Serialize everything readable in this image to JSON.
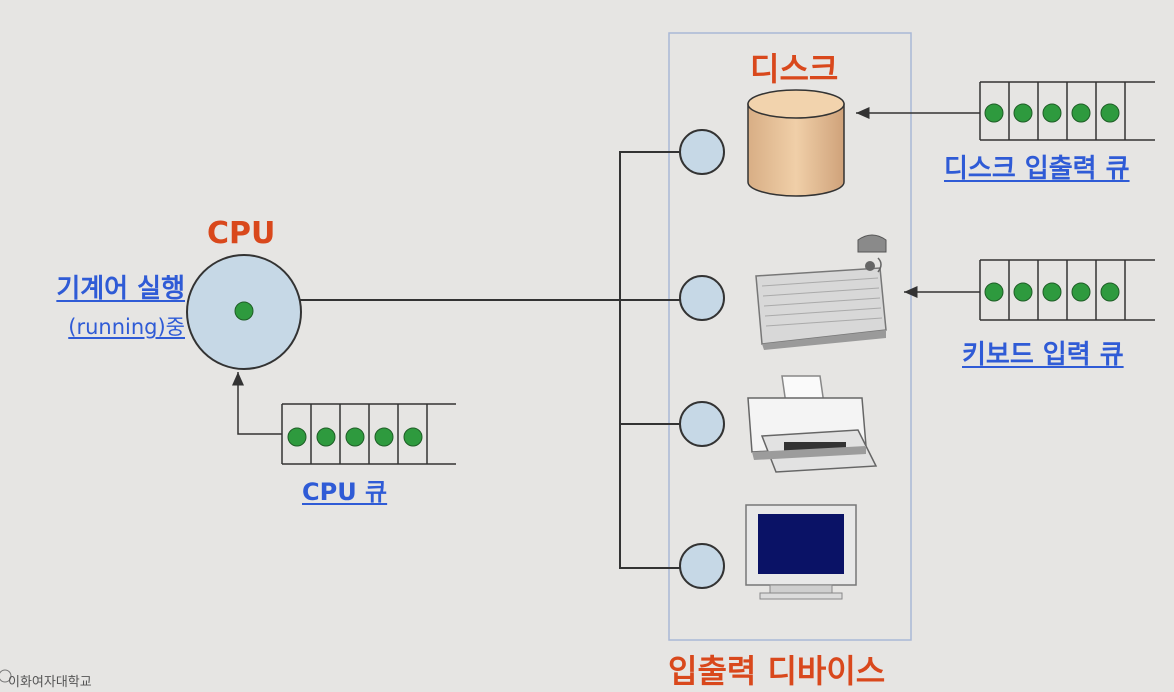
{
  "cpu": {
    "title": "CPU",
    "running_line1": "기계어 실행",
    "running_line2": "(running)중",
    "queue_label": "CPU 큐"
  },
  "disk": {
    "title": "디스크",
    "queue_label": "디스크 입출력 큐"
  },
  "keyboard": {
    "queue_label": "키보드 입력 큐"
  },
  "io_devices": {
    "title": "입출력 디바이스"
  },
  "logo": {
    "text": "이화여자대학교"
  },
  "icons": [
    "disk-cylinder-icon",
    "keyboard-icon",
    "printer-icon",
    "monitor-icon"
  ],
  "colors": {
    "background": "#e6e5e3",
    "circle_fill": "#c6d8e6",
    "queue_dot": "#2e9a3e",
    "title_red": "#d9481c",
    "link_blue": "#2f5bd6"
  }
}
